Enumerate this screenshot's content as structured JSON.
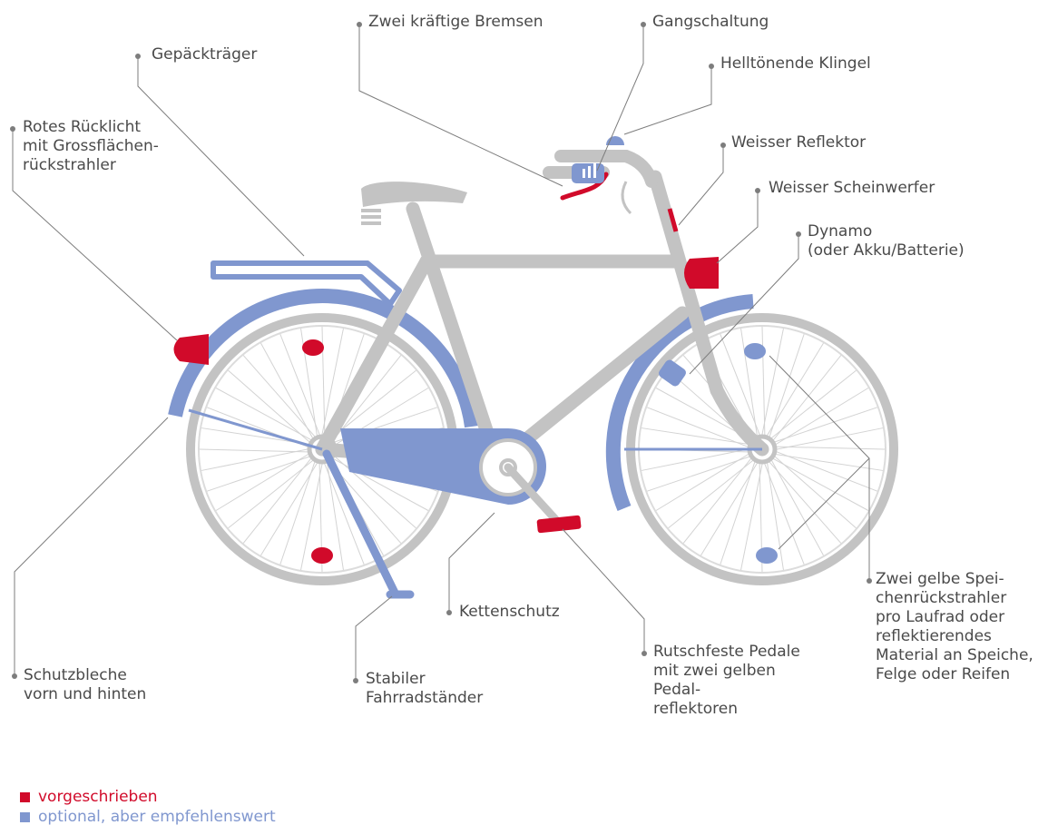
{
  "colors": {
    "required": "#d10a2a",
    "optional": "#8097cf",
    "frame": "#c3c3c3",
    "leader": "#7d7d7d",
    "text": "#4a4a4a"
  },
  "labels": {
    "bremsen": "Zwei kräftige Bremsen",
    "gangschaltung": "Gangschaltung",
    "klingel": "Helltönende Klingel",
    "gepaecktraeger": "Gepäckträger",
    "ruecklicht": "Rotes Rücklicht\nmit Grossflächen-\nrückstrahler",
    "reflektor": "Weisser Reflektor",
    "scheinwerfer": "Weisser Scheinwerfer",
    "dynamo": "Dynamo\n(oder Akku/Batterie)",
    "speichen": "Zwei gelbe Spei-\nchenrückstrahler\npro Laufrad oder\nreflektierendes\nMaterial an Speiche,\nFelge oder Reifen",
    "kettenschutz": "Kettenschutz",
    "pedale": "Rutschfeste Pedale\nmit zwei gelben\nPedal-\nreflektoren",
    "schutzbleche": "Schutzbleche\nvorn und hinten",
    "staender": "Stabiler\nFahrradständer"
  },
  "legend": {
    "required": "vorgeschrieben",
    "optional": "optional, aber empfehlenswert"
  }
}
